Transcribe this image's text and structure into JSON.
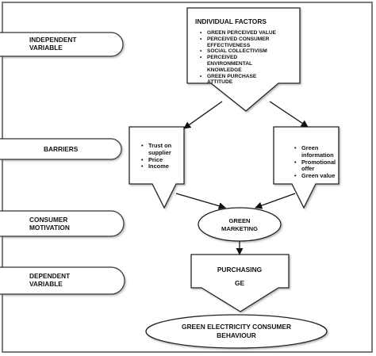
{
  "side_labels": [
    {
      "id": "independent",
      "text": "INDEPENDENT\nVARIABLE"
    },
    {
      "id": "barriers",
      "text": "BARRIERS"
    },
    {
      "id": "motivation",
      "text": "CONSUMER\nMOTIVATION"
    },
    {
      "id": "dependent",
      "text": "DEPENDENT\nVARIABLE"
    }
  ],
  "individual_factors": {
    "title": "INDIVIDUAL FACTORS",
    "items": [
      "GREEN PERCEIVED VALUE",
      "PERCEIVED CONSUMER\nEFFECTIVENESS",
      "SOCIAL COLLECTIVISM",
      "PERCEIVED\nENVIRONMENTAL\nKNOWLEDGE",
      "GREEN PURCHASE\nATTITUDE"
    ]
  },
  "barriers_left": {
    "items": [
      "Trust on\nsupplier",
      "Price",
      "Income"
    ]
  },
  "barriers_right": {
    "items": [
      "Green\ninformation",
      "Promotional\noffer",
      "Green value"
    ]
  },
  "green_marketing": {
    "text": "GREEN\nMARKETING"
  },
  "purchasing": {
    "line1": "PURCHASING",
    "line2": "GE"
  },
  "outcome": {
    "text": "GREEN ELECTRICITY CONSUMER\nBEHAVIOUR"
  }
}
